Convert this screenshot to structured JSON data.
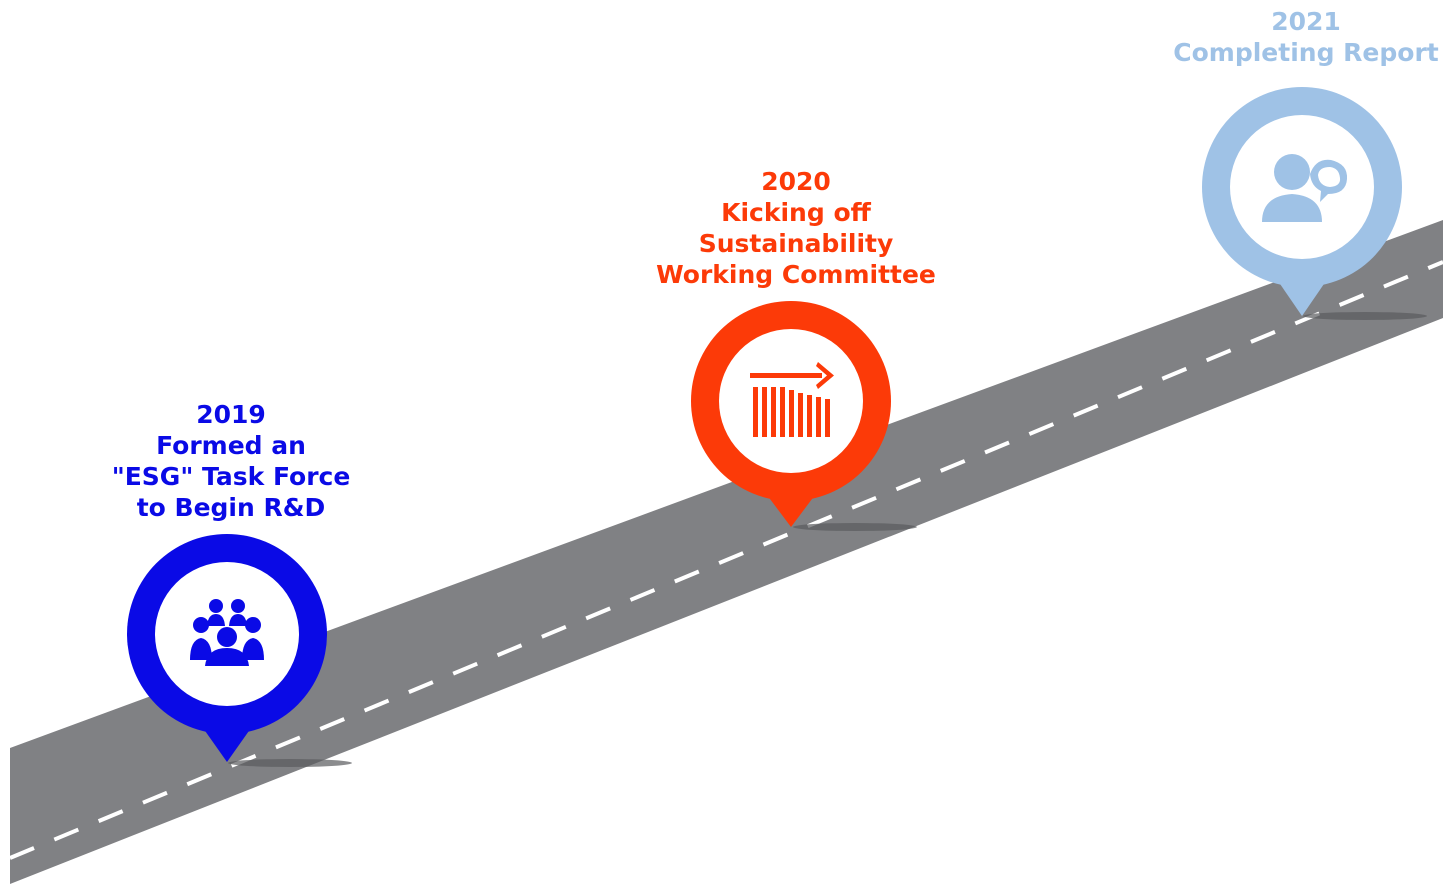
{
  "colors": {
    "road": "#808184",
    "road_dash": "#ffffff",
    "milestone_2019": "#0a0ae6",
    "milestone_2020": "#fc3a08",
    "milestone_2021": "#9fc2e6"
  },
  "milestones": [
    {
      "year": "2019",
      "lines": [
        "Formed an",
        "\"ESG\" Task Force",
        "to Begin R&D"
      ],
      "icon": "people-group-icon"
    },
    {
      "year": "2020",
      "lines": [
        "Kicking off",
        "Sustainability",
        "Working Committee"
      ],
      "icon": "bars-arrow-icon"
    },
    {
      "year": "2021",
      "lines": [
        "Completing Report"
      ],
      "icon": "person-speech-icon"
    }
  ]
}
